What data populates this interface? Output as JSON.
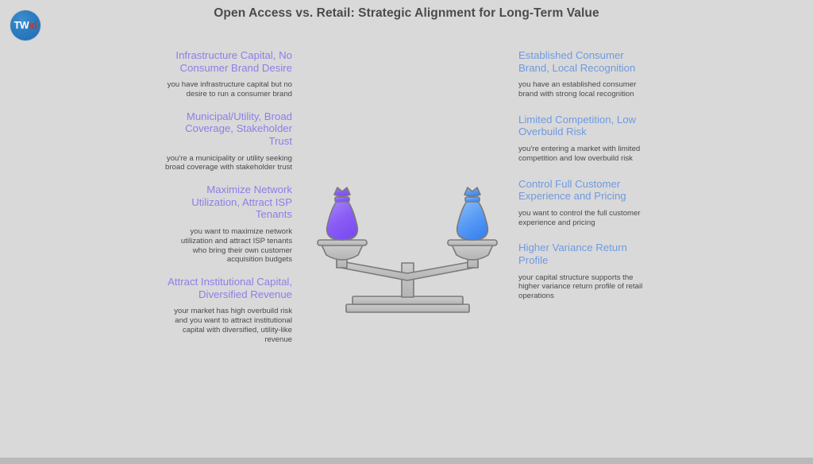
{
  "page": {
    "title": "Open Access vs. Retail: Strategic Alignment for Long-Term Value",
    "background_color": "#d9d9d9"
  },
  "logo": {
    "name": "twid-logo",
    "text_primary": "TW",
    "text_secondary": "id",
    "circle_color": "#2b7cc0",
    "primary_color": "#ffffff",
    "secondary_color": "#c0392b"
  },
  "left_column": {
    "heading_color": "#8b7fe8",
    "align": "right",
    "blocks": [
      {
        "title": "Infrastructure Capital, No Consumer Brand Desire",
        "body": "you have infrastructure capital but no desire to run a consumer brand"
      },
      {
        "title": "Municipal/Utility, Broad Coverage, Stakeholder Trust",
        "body": "you're a municipality or utility seeking broad coverage with stakeholder trust"
      },
      {
        "title": "Maximize Network Utilization, Attract ISP Tenants",
        "body": "you want to maximize network utilization and attract ISP tenants who bring their own customer acquisition budgets"
      },
      {
        "title": "Attract Institutional Capital, Diversified Revenue",
        "body": "your market has high overbuild risk and you want to attract institutional capital with diversified, utility-like revenue"
      }
    ]
  },
  "right_column": {
    "heading_color": "#6f9ae0",
    "align": "left",
    "blocks": [
      {
        "title": "Established Consumer Brand, Local Recognition",
        "body": "you have an established consumer brand with strong local recognition"
      },
      {
        "title": "Limited Competition, Low Overbuild Risk",
        "body": "you're entering a market with limited competition and low overbuild risk"
      },
      {
        "title": "Control Full Customer Experience and Pricing",
        "body": "you want to control the full customer experience and pricing"
      },
      {
        "title": "Higher Variance Return Profile",
        "body": "your capital structure supports the higher variance return profile of retail operations"
      }
    ]
  },
  "illustration": {
    "name": "balance-scale",
    "left_bag_color": "#8b5cf6",
    "right_bag_color": "#4f93f0",
    "frame_color": "#bdbdbd",
    "outline_color": "#7a7a7a"
  }
}
